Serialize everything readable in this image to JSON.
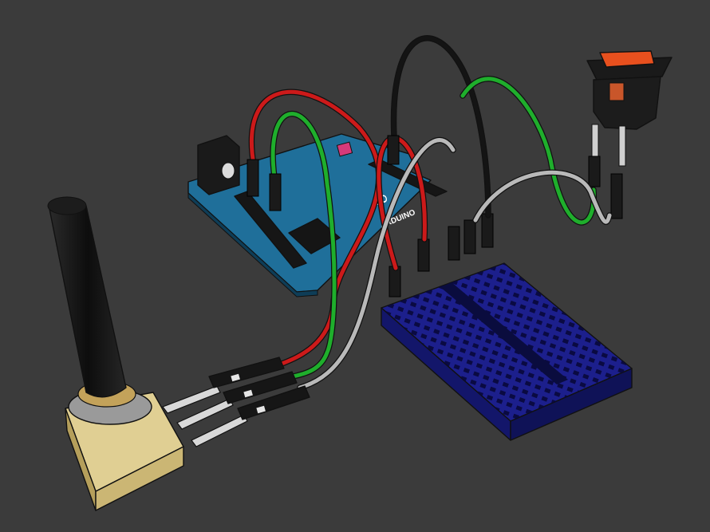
{
  "scene": {
    "background": "#3b3b3b",
    "components": [
      "arduino-board",
      "mini-breadboard",
      "rotary-potentiometer",
      "pushbutton"
    ],
    "wire_colors": {
      "red": "#cc1a1a",
      "green": "#1fae2c",
      "black": "#141414",
      "gray": "#b9b9b9"
    },
    "board_color": "#1f6f9a",
    "breadboard_color": "#1c1f8c",
    "button_cap_color": "#e8501e",
    "pot_body_color": "#e0cf93",
    "board_logo": {
      "mark": "∞",
      "text": "ARDUINO"
    }
  }
}
